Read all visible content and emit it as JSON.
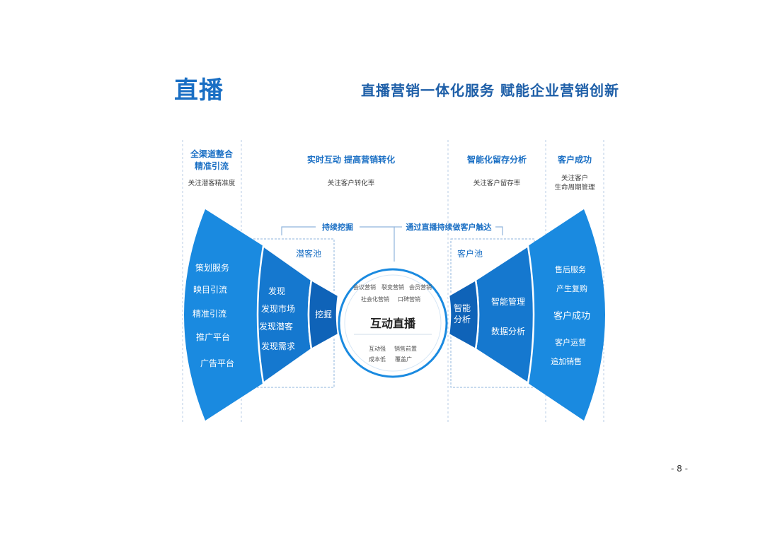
{
  "header": {
    "title": "直播",
    "subtitle": "直播营销一体化服务 赋能企业营销创新"
  },
  "columns": [
    {
      "head1": "全渠道整合",
      "head2": "精准引流",
      "sub1": "关注潜客精准度",
      "sub2": ""
    },
    {
      "head1": "实时互动 提高营销转化",
      "head2": "",
      "sub1": "关注客户转化率",
      "sub2": ""
    },
    {
      "head1": "智能化留存分析",
      "head2": "",
      "sub1": "关注客户留存率",
      "sub2": ""
    },
    {
      "head1": "客户成功",
      "head2": "",
      "sub1": "关注客户",
      "sub2": "生命周期管理"
    }
  ],
  "connectors": {
    "left": "持续挖掘",
    "right": "通过直播持续做客户触达"
  },
  "pools": {
    "left": "潜客池",
    "right": "客户池"
  },
  "left_outer": [
    "策划服务",
    "映目引流",
    "精准引流",
    "推广平台",
    "广告平台"
  ],
  "left_mid": [
    "发现",
    "发现市场",
    "发现潜客",
    "发现需求"
  ],
  "left_inner": "挖掘",
  "center": {
    "top_row1": [
      "会议营销",
      "裂变营销",
      "会员营销"
    ],
    "top_row2": [
      "社会化营销",
      "口碑营销"
    ],
    "main": "互动直播",
    "bottom_row1": [
      "互动强",
      "销售前置"
    ],
    "bottom_row2": [
      "成本低",
      "覆盖广"
    ]
  },
  "right_inner": [
    "智能",
    "分析"
  ],
  "right_mid": [
    "智能管理",
    "数据分析"
  ],
  "right_outer": [
    "售后服务",
    "产生复购",
    "客户成功",
    "客户运营",
    "追加销售"
  ],
  "page_number": "- 8 -",
  "colors": {
    "outer": "#1a8ae0",
    "mid": "#1578cf",
    "inner": "#0f63b8",
    "accent": "#1a6fc4",
    "guide": "#8fb4dc"
  }
}
